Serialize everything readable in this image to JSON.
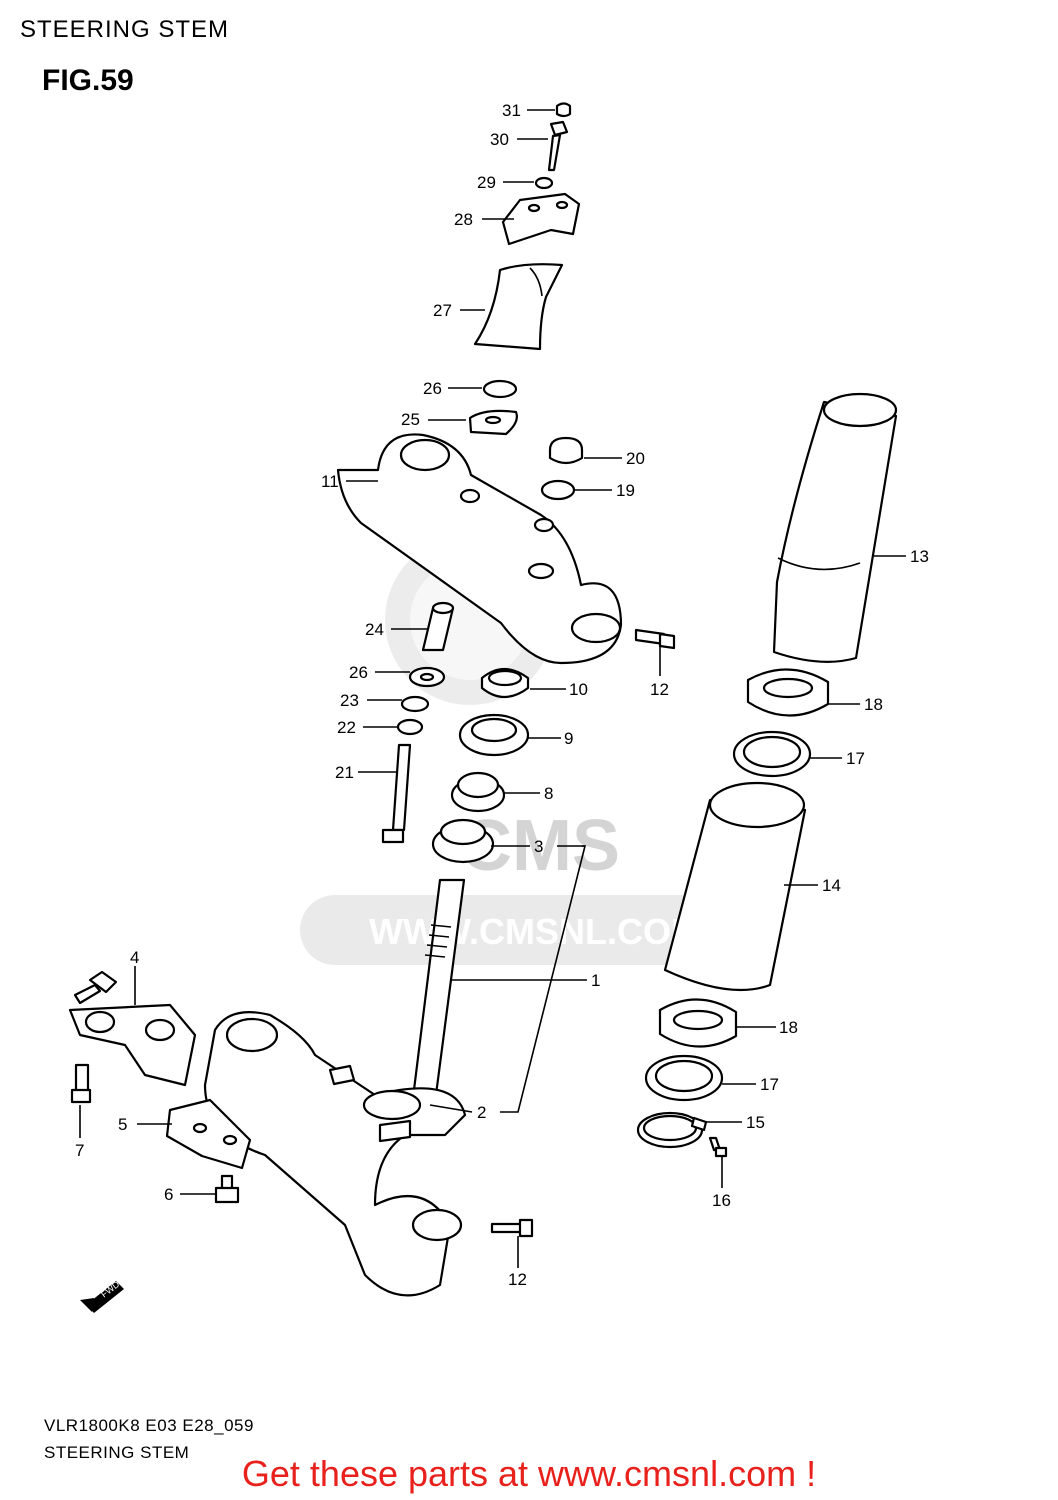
{
  "header": {
    "section_title": "STEERING STEM",
    "figure_label": "FIG.59"
  },
  "footer": {
    "model_code": "VLR1800K8 E03 E28_059",
    "caption": "STEERING STEM"
  },
  "watermark": {
    "text": "WWW.CMSNL.COM",
    "logo_text": "CMS"
  },
  "fwd_badge": "FWD",
  "promo": {
    "text": "Get these parts at www.cmsnl.com !",
    "color": "#e8211c"
  },
  "callouts": [
    {
      "id": "c31",
      "label": "31"
    },
    {
      "id": "c30",
      "label": "30"
    },
    {
      "id": "c29",
      "label": "29"
    },
    {
      "id": "c28",
      "label": "28"
    },
    {
      "id": "c27",
      "label": "27"
    },
    {
      "id": "c26a",
      "label": "26"
    },
    {
      "id": "c25",
      "label": "25"
    },
    {
      "id": "c20",
      "label": "20"
    },
    {
      "id": "c19",
      "label": "19"
    },
    {
      "id": "c11",
      "label": "11"
    },
    {
      "id": "c13",
      "label": "13"
    },
    {
      "id": "c24",
      "label": "24"
    },
    {
      "id": "c12a",
      "label": "12"
    },
    {
      "id": "c26b",
      "label": "26"
    },
    {
      "id": "c10",
      "label": "10"
    },
    {
      "id": "c18a",
      "label": "18"
    },
    {
      "id": "c23",
      "label": "23"
    },
    {
      "id": "c22",
      "label": "22"
    },
    {
      "id": "c9",
      "label": "9"
    },
    {
      "id": "c17a",
      "label": "17"
    },
    {
      "id": "c21",
      "label": "21"
    },
    {
      "id": "c8",
      "label": "8"
    },
    {
      "id": "c3",
      "label": "3"
    },
    {
      "id": "c14",
      "label": "14"
    },
    {
      "id": "c4",
      "label": "4"
    },
    {
      "id": "c1",
      "label": "1"
    },
    {
      "id": "c18b",
      "label": "18"
    },
    {
      "id": "c17b",
      "label": "17"
    },
    {
      "id": "c2",
      "label": "2"
    },
    {
      "id": "c5",
      "label": "5"
    },
    {
      "id": "c15",
      "label": "15"
    },
    {
      "id": "c7",
      "label": "7"
    },
    {
      "id": "c6",
      "label": "6"
    },
    {
      "id": "c16",
      "label": "16"
    },
    {
      "id": "c12b",
      "label": "12"
    }
  ]
}
